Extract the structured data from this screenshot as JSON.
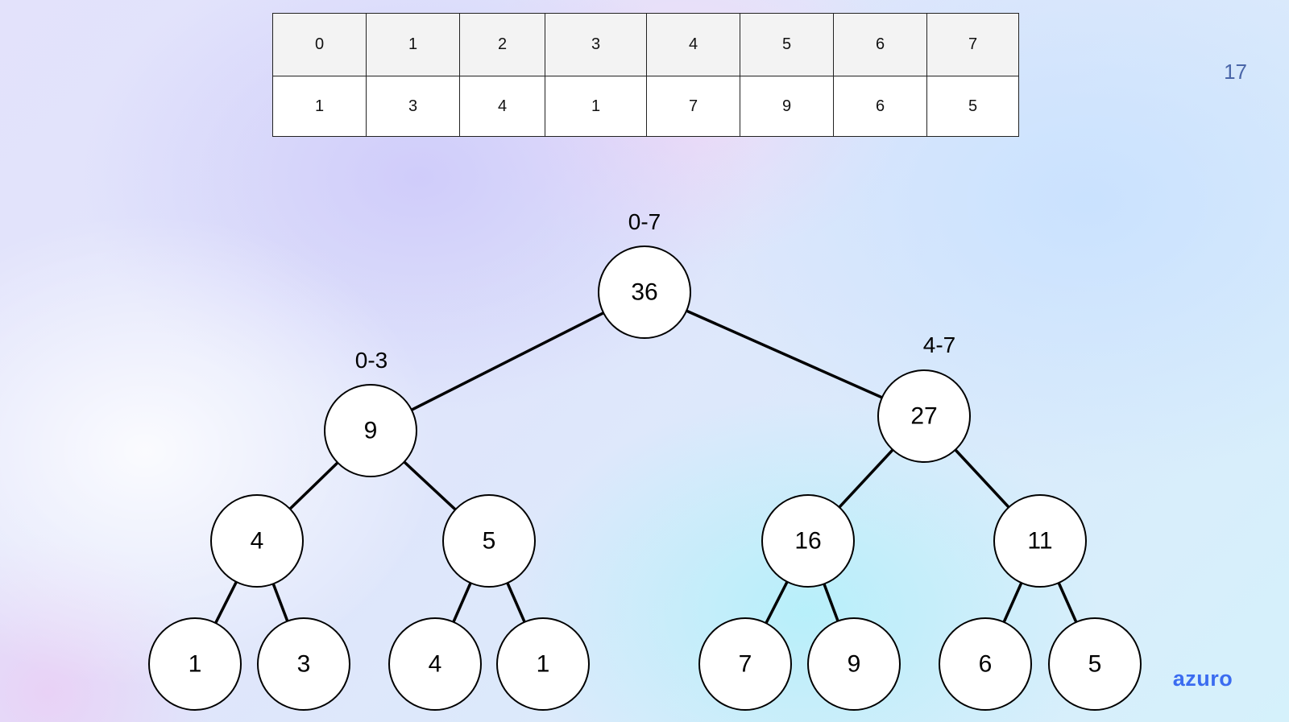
{
  "slide_number": "17",
  "logo_text": "azuro",
  "array": {
    "indices": [
      "0",
      "1",
      "2",
      "3",
      "4",
      "5",
      "6",
      "7"
    ],
    "values": [
      "1",
      "3",
      "4",
      "1",
      "7",
      "9",
      "6",
      "5"
    ]
  },
  "tree": {
    "range_labels": {
      "root": "0-7",
      "left": "0-3",
      "right": "4-7"
    },
    "nodes": {
      "root": "36",
      "l": "9",
      "r": "27",
      "ll": "4",
      "lr": "5",
      "rl": "16",
      "rr": "11",
      "lll": "1",
      "llr": "3",
      "lrl": "4",
      "lrr": "1",
      "rll": "7",
      "rlr": "9",
      "rrl": "6",
      "rrr": "5"
    }
  }
}
